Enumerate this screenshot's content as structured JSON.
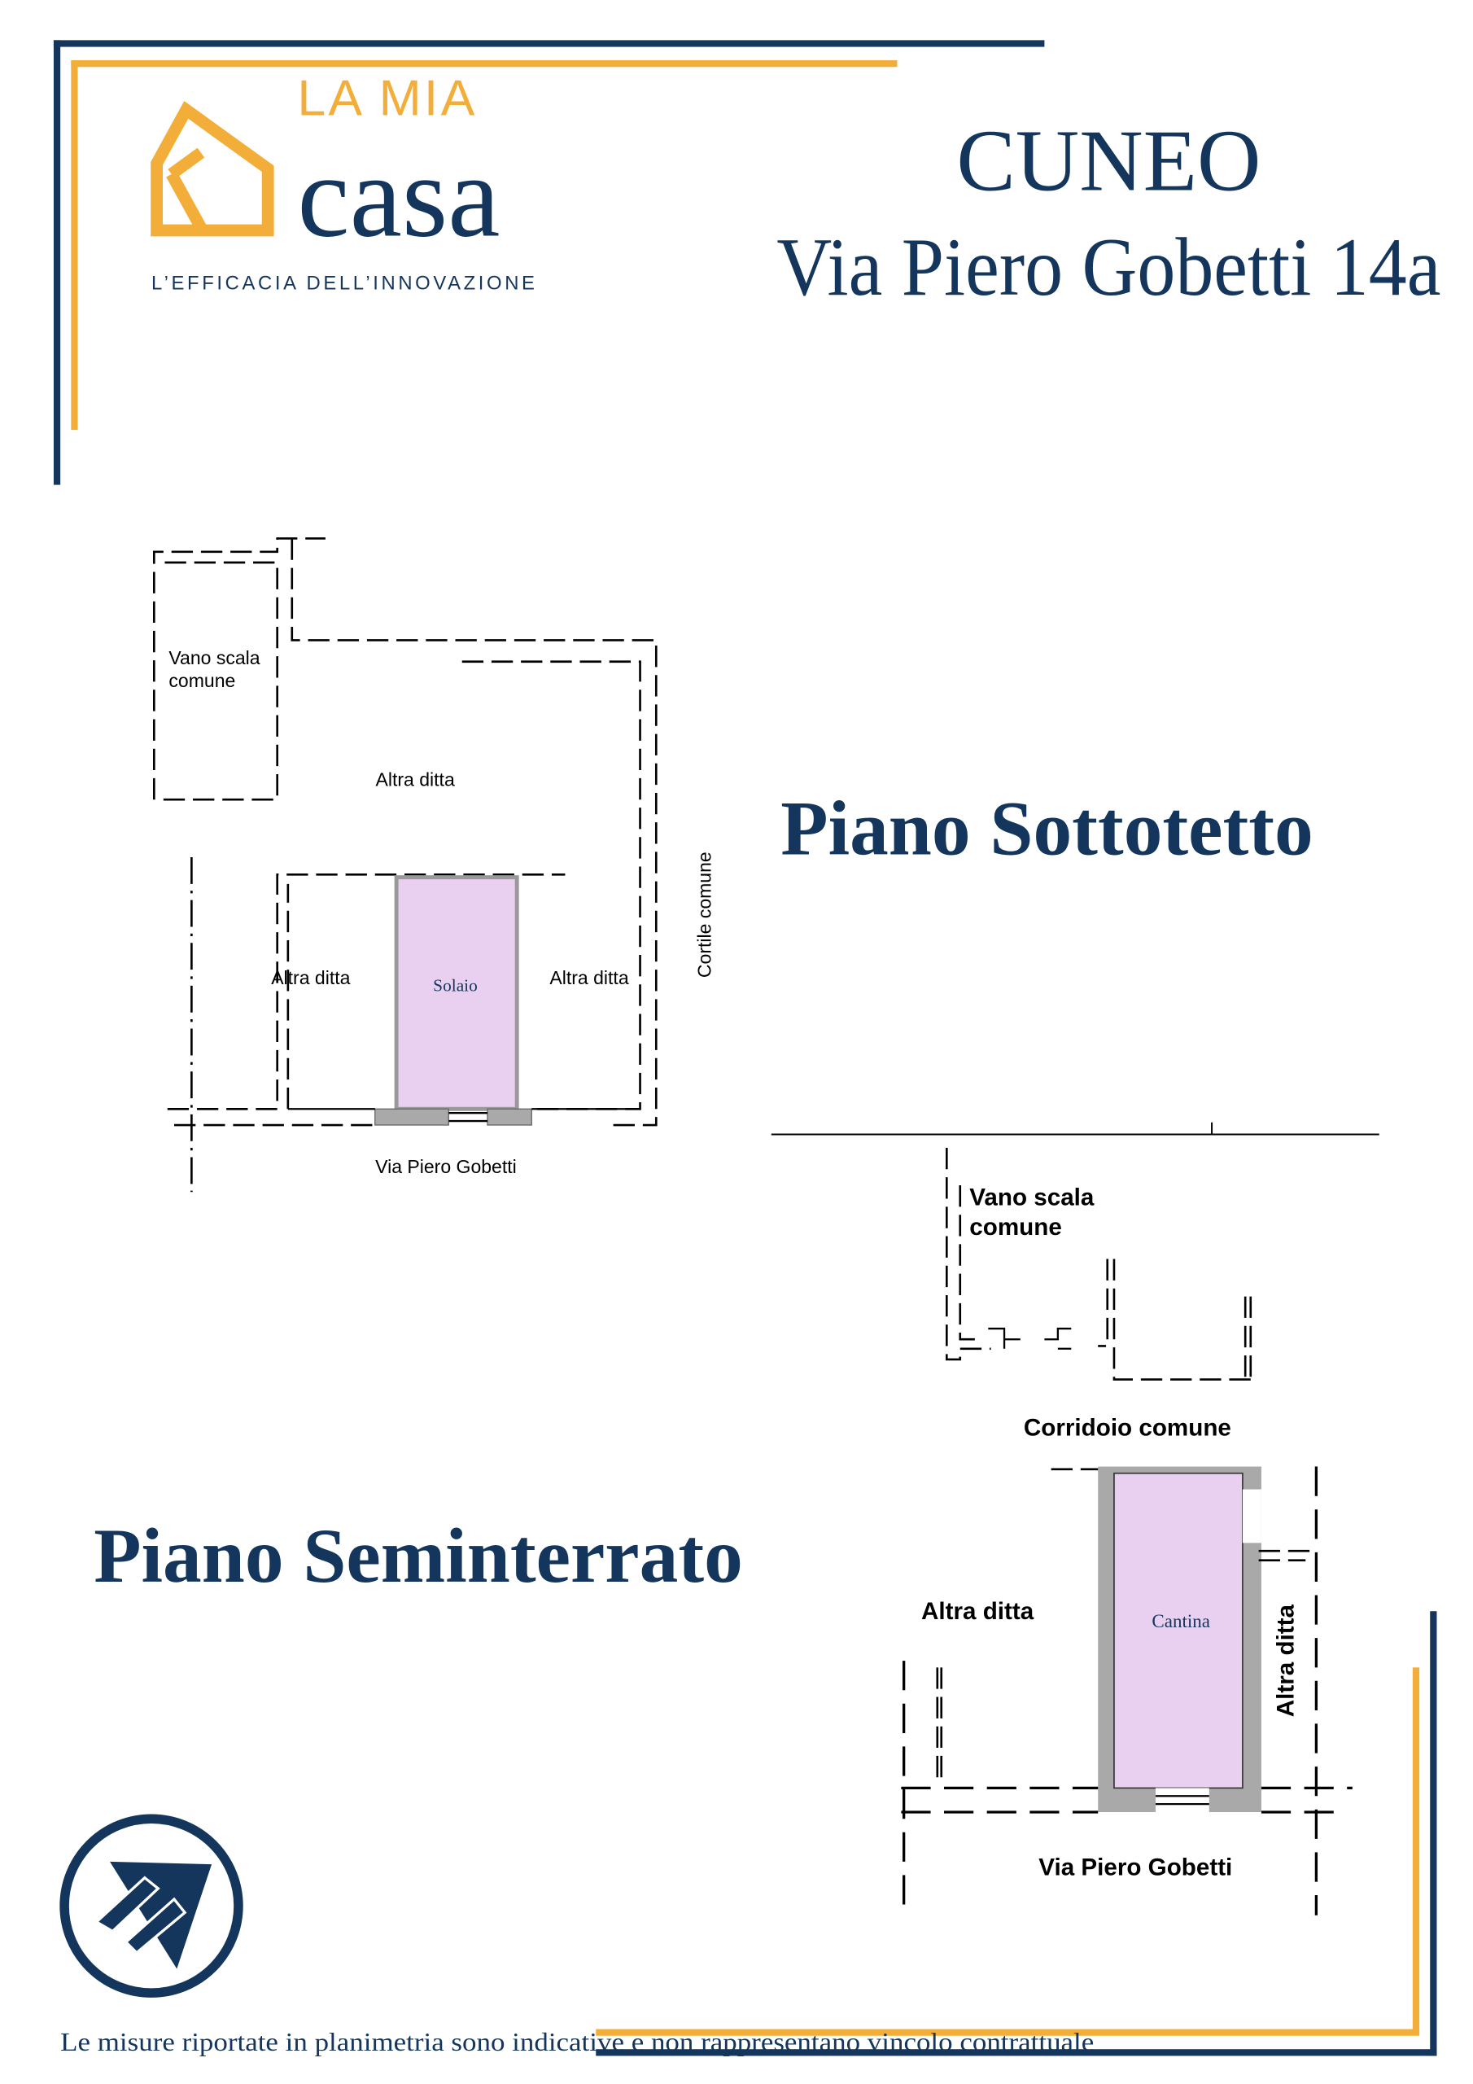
{
  "brand": {
    "line1": "LA MIA",
    "line2": "casa",
    "tagline": "L’EFFICACIA DELL’INNOVAZIONE"
  },
  "header": {
    "city": "CUNEO",
    "address": "Via Piero Gobetti 14a"
  },
  "colors": {
    "navy": "#15365c",
    "orange": "#f3ae3a",
    "room_fill": "#ead0f0",
    "wall_gray": "#a9a9a9"
  },
  "floor_attic": {
    "title": "Piano Sottotetto",
    "labels": {
      "stairs_line1": "Vano scala",
      "stairs_line2": "comune",
      "other_top": "Altra ditta",
      "other_left": "Altra ditta",
      "room": "Solaio",
      "other_right": "Altra ditta",
      "courtyard": "Cortile comune",
      "street": "Via Piero Gobetti"
    }
  },
  "floor_basement": {
    "title": "Piano Seminterrato",
    "labels": {
      "stairs_line1": "Vano scala",
      "stairs_line2": "comune",
      "corridor": "Corridoio comune",
      "other_left": "Altra ditta",
      "room": "Cantina",
      "other_right": "Altra ditta",
      "street": "Via Piero Gobetti"
    }
  },
  "footer": {
    "disclaimer": "Le misure riportate in planimetria sono indicative e non rappresentano vincolo contrattuale"
  }
}
